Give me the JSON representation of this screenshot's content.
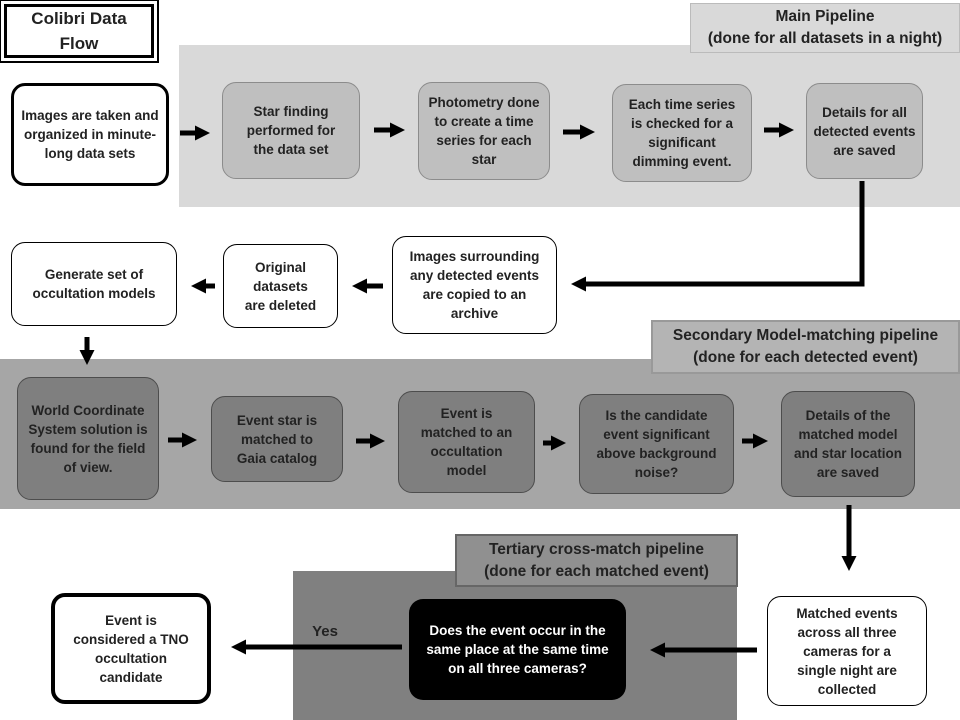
{
  "title": "Colibri Data Flow",
  "sections": {
    "main": "Main Pipeline\n(done for all datasets in a night)",
    "secondary": "Secondary Model-matching pipeline\n(done for each detected event)",
    "tertiary": "Tertiary cross-match pipeline\n(done for each matched event)"
  },
  "steps": {
    "images_taken": "Images are taken and organized in minute-long data sets",
    "star_finding": "Star finding performed for the data set",
    "photometry": "Photometry done to create a time series for each star",
    "time_series_check": "Each time series is checked for a significant dimming event.",
    "details_saved": "Details for all detected events are saved",
    "images_copied": "Images surrounding any detected events are copied to an archive",
    "datasets_deleted": "Original datasets are deleted",
    "generate_models": "Generate set of occultation models",
    "wcs_solution": "World Coordinate System solution is found for the field of view.",
    "gaia_match": "Event star is matched to Gaia catalog",
    "model_match": "Event is matched to an occultation model",
    "significance": "Is the candidate event significant above background noise?",
    "model_details_saved": "Details of the matched model and star location are saved",
    "matched_events": "Matched events across all three cameras for a single night are collected",
    "same_place_time": "Does the event occur in the same place at the same time on all three cameras?",
    "tno_candidate": "Event is considered a TNO occultation candidate"
  },
  "edge_labels": {
    "yes": "Yes"
  },
  "colors": {
    "main_band": "#d9d9d9",
    "secondary_band": "#a6a6a6",
    "tertiary_band": "#808080",
    "main_box": "#bfbfbf",
    "secondary_box": "#7f7f7f",
    "decision_box": "#000000",
    "arrow": "#000000"
  }
}
